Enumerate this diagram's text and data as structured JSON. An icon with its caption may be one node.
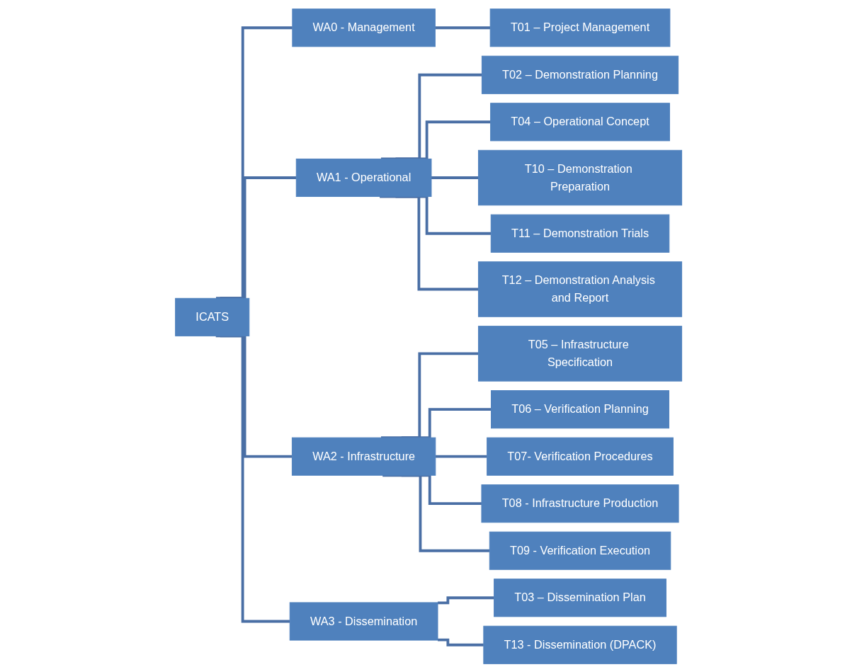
{
  "diagram": {
    "nodes": [
      {
        "text": [
          "ICATS"
        ]
      },
      {
        "text": [
          "WA0 - Management"
        ]
      },
      {
        "text": [
          "WA1 - Operational"
        ]
      },
      {
        "text": [
          "WA2 - Infrastructure"
        ]
      },
      {
        "text": [
          "WA3 - Dissemination"
        ]
      },
      {
        "text": [
          "T01 – Project Management"
        ]
      },
      {
        "text": [
          "T02 – Demonstration Planning"
        ]
      },
      {
        "text": [
          "T04 – Operational Concept"
        ]
      },
      {
        "text": [
          "T10 – Demonstration Preparation"
        ]
      },
      {
        "text": [
          "T11 – Demonstration Trials"
        ]
      },
      {
        "text": [
          "T12 – Demonstration Analysis and Report"
        ]
      },
      {
        "text": [
          "T05 – Infrastructure Specification"
        ]
      },
      {
        "text": [
          "T06 – Verification Planning"
        ]
      },
      {
        "text": [
          "T07- Verification Procedures"
        ]
      },
      {
        "text": [
          "T08 - Infrastructure Production"
        ]
      },
      {
        "text": [
          "T09 - Verification Execution"
        ]
      },
      {
        "text": [
          "T03 – Dissemination Plan"
        ]
      },
      {
        "text": [
          "T13 - Dissemination (DPACK)"
        ]
      }
    ],
    "edges": [
      {
        "from": 0,
        "to": 1,
        "arrow": "none"
      },
      {
        "from": 0,
        "to": 2,
        "arrow": "none"
      },
      {
        "from": 0,
        "to": 3,
        "arrow": "none"
      },
      {
        "from": 0,
        "to": 4,
        "arrow": "none"
      },
      {
        "from": 1,
        "to": 5,
        "arrow": "none"
      },
      {
        "from": 2,
        "to": 6,
        "arrow": "none"
      },
      {
        "from": 2,
        "to": 7,
        "arrow": "none"
      },
      {
        "from": 2,
        "to": 8,
        "arrow": "none"
      },
      {
        "from": 2,
        "to": 9,
        "arrow": "none"
      },
      {
        "from": 2,
        "to": 10,
        "arrow": "none"
      },
      {
        "from": 3,
        "to": 11,
        "arrow": "none"
      },
      {
        "from": 3,
        "to": 12,
        "arrow": "none"
      },
      {
        "from": 3,
        "to": 13,
        "arrow": "none"
      },
      {
        "from": 3,
        "to": 14,
        "arrow": "none"
      },
      {
        "from": 3,
        "to": 15,
        "arrow": "none"
      },
      {
        "from": 4,
        "to": 16,
        "arrow": "none"
      },
      {
        "from": 4,
        "to": 17,
        "arrow": "none"
      }
    ]
  }
}
